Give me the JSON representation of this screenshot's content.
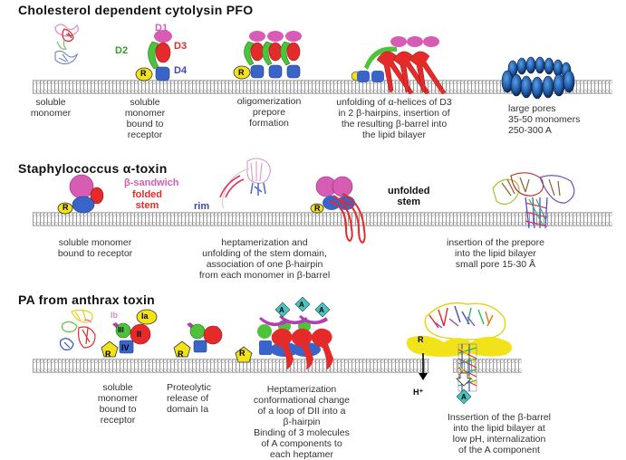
{
  "colors": {
    "d1_pink": "#d65cb4",
    "d2_green": "#4ec23a",
    "d3_red": "#e52a2a",
    "d4_blue": "#3a64c8",
    "receptor_yellow": "#f2e21a",
    "pore_blue": "#1f5aa8",
    "a_component_teal": "#4cc2c0",
    "domain_ia_magenta": "#b23fb2"
  },
  "panels": [
    {
      "title": "Cholesterol dependent cytolysin  PFO",
      "domain_labels": {
        "d1": "D1",
        "d2": "D2",
        "d3": "D3",
        "d4": "D4"
      },
      "receptor_label": "R",
      "steps": [
        {
          "caption": [
            "soluble",
            "monomer"
          ]
        },
        {
          "caption": [
            "soluble",
            "monomer",
            "bound to",
            "receptor"
          ]
        },
        {
          "caption": [
            "oligomerization",
            "prepore",
            "formation"
          ]
        },
        {
          "caption": [
            "unfolding of α-helices of D3",
            "in 2 β-hairpins, insertion of",
            "the resulting β-barrel into",
            "the lipid bilayer"
          ]
        },
        {
          "caption": [
            "large pores",
            "35-50 monomers",
            "250-300 A"
          ]
        }
      ]
    },
    {
      "title": "Staphylococcus α-toxin",
      "labels": {
        "sandwich": "β-sandwich",
        "folded_stem": [
          "folded",
          "stem"
        ],
        "rim": "rim",
        "unfolded_stem": [
          "unfolded",
          "stem"
        ]
      },
      "receptor_label": "R",
      "steps": [
        {
          "caption": [
            "soluble monomer",
            "bound to receptor"
          ]
        },
        {
          "caption": [
            "heptamerization and",
            "unfolding of the stem domain,",
            "association of one β-hairpin",
            "from each monomer in β-barrel"
          ]
        },
        {
          "caption": [
            "insertion of the prepore",
            "into the lipid bilayer",
            "small pore 15-30 Å"
          ]
        }
      ]
    },
    {
      "title": "PA from anthrax toxin",
      "domain_labels": {
        "ia": "Ia",
        "ib": "Ib",
        "ii": "II",
        "iii": "III",
        "iv": "IV",
        "a": "A"
      },
      "receptor_label": "R",
      "proton_label": "H⁺",
      "steps": [
        {
          "caption": [
            "soluble",
            "monomer",
            "bound to",
            "receptor"
          ]
        },
        {
          "caption": [
            "Proteolytic",
            "release of",
            "domain Ia"
          ]
        },
        {
          "caption": [
            "Heptamerization",
            "conformational change",
            "of a loop of DII into a",
            "β-hairpin",
            "Binding of 3 molecules",
            "of A components to",
            "each heptamer"
          ]
        },
        {
          "caption": [
            "Inssertion of the β-barrel",
            "into the lipid bilayer at",
            "low pH, internalization",
            "of the A component"
          ]
        }
      ]
    }
  ]
}
